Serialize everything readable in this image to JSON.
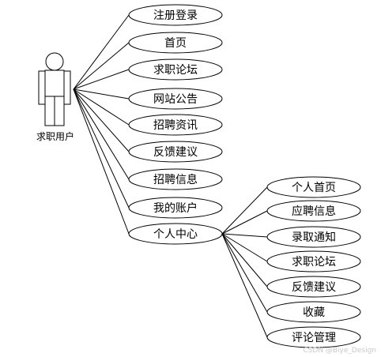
{
  "actor": {
    "label": "求职用户"
  },
  "use_cases": [
    "注册登录",
    "首页",
    "求职论坛",
    "网站公告",
    "招聘资讯",
    "反馈建议",
    "招聘信息",
    "我的账户",
    "个人中心"
  ],
  "personal_center": {
    "sub_use_cases": [
      "个人首页",
      "应聘信息",
      "录取通知",
      "求职论坛",
      "反馈建议",
      "收藏",
      "评论管理"
    ]
  },
  "watermark": "CSDN @Biye_Design"
}
